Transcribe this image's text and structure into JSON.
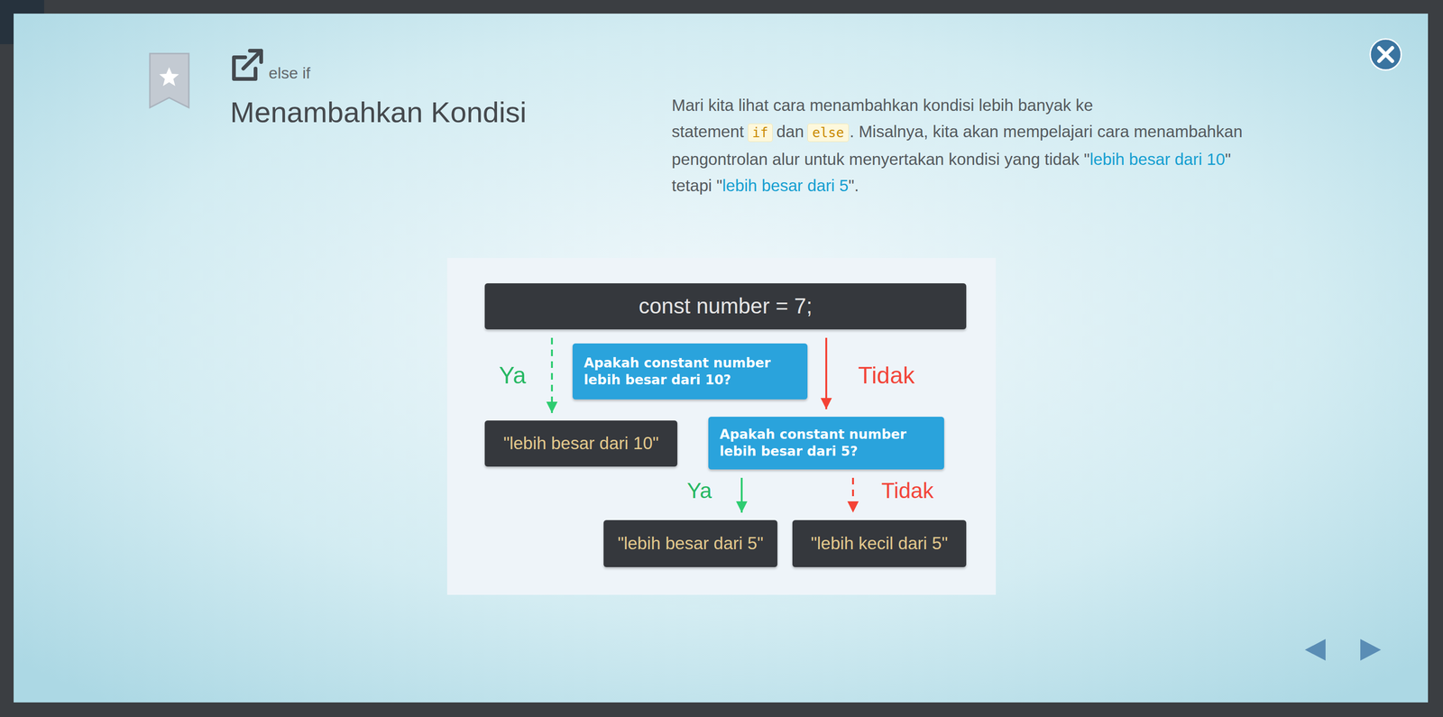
{
  "diagram": {
    "title": "Menambahkan Kondisi",
    "nodes": [
      {
        "text": [
          "const number = 7;"
        ]
      },
      {
        "text": [
          "Apakah constant number lebih besar dari 10?"
        ]
      },
      {
        "text": [
          "\"lebih besar dari 10\""
        ]
      },
      {
        "text": [
          "Apakah constant number lebih besar dari 5?"
        ]
      },
      {
        "text": [
          "\"lebih besar dari 5\""
        ]
      },
      {
        "text": [
          "\"lebih kecil dari 5\""
        ]
      }
    ],
    "edges": [
      {
        "from": 0,
        "to": 2,
        "arrow": "to",
        "label": "Ya"
      },
      {
        "from": 0,
        "to": 3,
        "arrow": "to",
        "label": "Tidak"
      },
      {
        "from": 3,
        "to": 4,
        "arrow": "to",
        "label": "Ya"
      },
      {
        "from": 3,
        "to": 5,
        "arrow": "to",
        "label": "Tidak"
      }
    ],
    "labels": [
      "else if",
      "Mari kita lihat cara menambahkan kondisi lebih banyak ke statement",
      "if",
      "dan",
      "else",
      ". Misalnya, kita akan mempelajari cara menambahkan pengontrolan alur untuk menyertakan kondisi yang tidak \"",
      "lebih besar dari 10",
      "\" tetapi \"",
      "lebih besar dari 5",
      "\"."
    ]
  }
}
